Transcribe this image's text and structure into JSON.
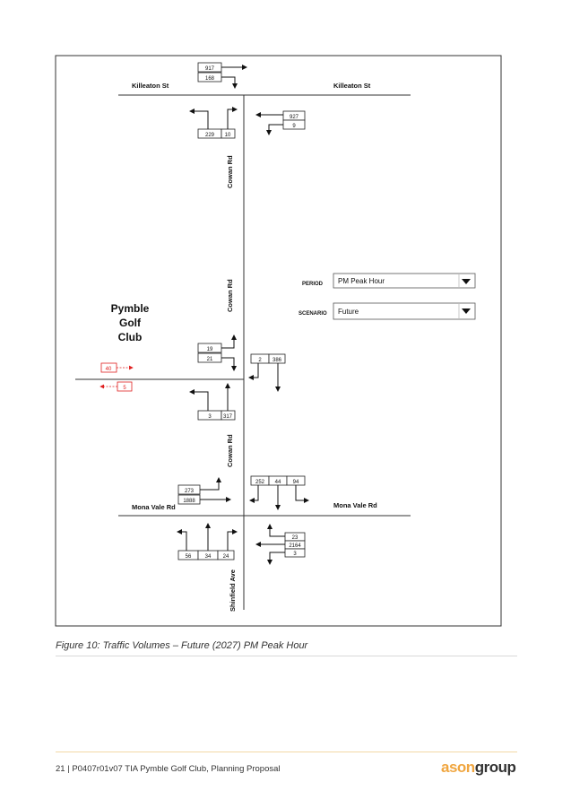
{
  "diagram": {
    "roads": {
      "killeaton_st_west": "Killeaton St",
      "killeaton_st_east": "Killeaton St",
      "cowan_rd_north": "Cowan Rd",
      "cowan_rd_mid": "Cowan Rd",
      "cowan_rd_south": "Cowan Rd",
      "mona_vale_west": "Mona Vale Rd",
      "mona_vale_east": "Mona Vale Rd",
      "shinfield_ave": "Shinfield Ave"
    },
    "club": [
      "Pymble",
      "Golf",
      "Club"
    ],
    "controls": {
      "period_label": "PERIOD",
      "period_value": "PM Peak Hour",
      "scenario_label": "SCENARIO",
      "scenario_value": "Future"
    },
    "volumes": {
      "killeaton_north": [
        "917",
        "168"
      ],
      "killeaton_south": [
        "229",
        "10"
      ],
      "killeaton_east": [
        "927",
        "9"
      ],
      "access_south": [
        "19",
        "21"
      ],
      "access_north": [
        "2",
        "386"
      ],
      "access_west_in": "40",
      "access_west_out": "5",
      "access_bottom": [
        "3",
        "317"
      ],
      "monavale_north": [
        "252",
        "44",
        "94"
      ],
      "monavale_west": [
        "273",
        "1888"
      ],
      "monavale_east": [
        "23",
        "2164",
        "3"
      ],
      "monavale_south": [
        "56",
        "34",
        "24"
      ]
    }
  },
  "caption": "Figure 10: Traffic Volumes – Future (2027) PM Peak Hour",
  "footer": "21 | P0407r01v07 TIA Pymble Golf Club, Planning Proposal",
  "logo": {
    "part1": "ason",
    "part2": "group"
  },
  "colors": {
    "accent": "#f0a640",
    "red": "#e02020"
  }
}
